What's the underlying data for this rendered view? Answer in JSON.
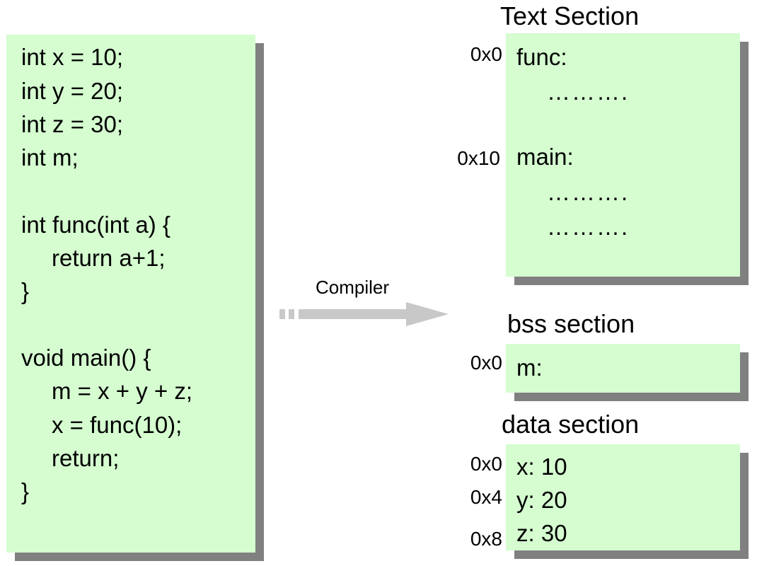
{
  "source_code": {
    "lines": [
      "int x = 10;",
      "int y = 20;",
      "int z = 30;",
      "int m;",
      "int func(int a) {",
      "return a+1;",
      "}",
      "void main() {",
      "m = x + y + z;",
      "x = func(10);",
      "return;",
      "}"
    ]
  },
  "compiler": {
    "label": "Compiler"
  },
  "text_section": {
    "title": "Text Section",
    "entries": [
      {
        "addr": "0x0",
        "label": "func:"
      },
      {
        "addr": "0x10",
        "label": "main:"
      }
    ],
    "dots": [
      "……….",
      "……….",
      "………."
    ]
  },
  "bss_section": {
    "title": "bss section",
    "entries": [
      {
        "addr": "0x0",
        "label": "m:"
      }
    ]
  },
  "data_section": {
    "title": "data section",
    "entries": [
      {
        "addr": "0x0",
        "label": "x: 10"
      },
      {
        "addr": "0x4",
        "label": "y: 20"
      },
      {
        "addr": "0x8",
        "label": "z: 30"
      }
    ]
  },
  "colors": {
    "box_fill": "#d5fdd0",
    "shadow": "#808080",
    "arrow": "#c8c8c8"
  }
}
